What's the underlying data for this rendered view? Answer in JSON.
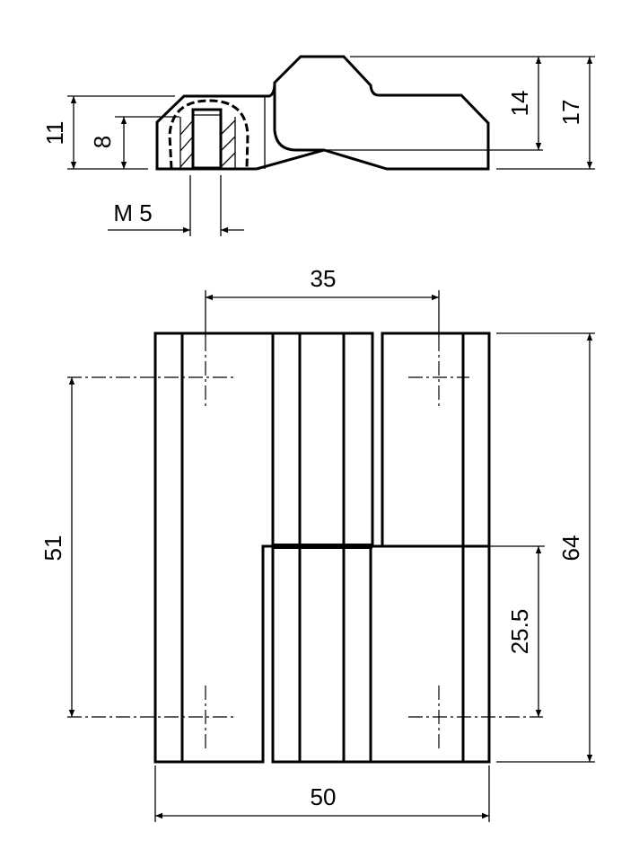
{
  "side_view": {
    "dims": {
      "height_left": "11",
      "thread_depth": "8",
      "thread": "M 5",
      "height_inner": "14",
      "height_total": "17"
    }
  },
  "front_view": {
    "dims": {
      "hole_spacing_x": "35",
      "hole_spacing_y": "51",
      "height": "64",
      "split_height": "25.5",
      "width": "50"
    }
  }
}
